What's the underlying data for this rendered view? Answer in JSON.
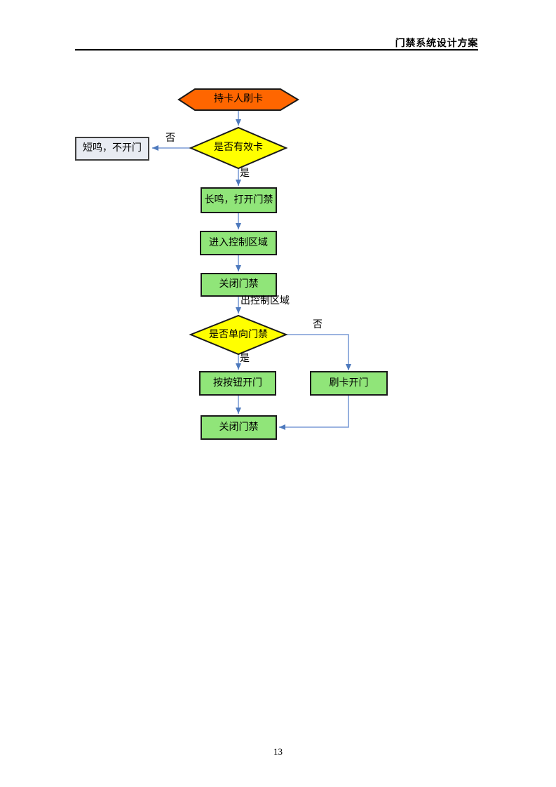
{
  "header": {
    "title": "门禁系统设计方案"
  },
  "footer": {
    "page_number": "13"
  },
  "flowchart": {
    "colors": {
      "start_fill": "#FF6600",
      "decision_fill": "#FFFF00",
      "process_fill": "#90E579",
      "result_gray_fill": "#E8EBF2",
      "border": "#1A1A1A",
      "connector": "#7B9CD6",
      "arrowhead": "#4D79BD"
    },
    "nodes": {
      "start": {
        "type": "start-hexagon",
        "label": "持卡人刷卡"
      },
      "valid_card": {
        "type": "decision",
        "label": "是否有效卡"
      },
      "short_beep": {
        "type": "result",
        "label": "短鸣，不开门"
      },
      "long_beep": {
        "type": "process",
        "label": "长鸣，打开门禁"
      },
      "enter_area": {
        "type": "process",
        "label": "进入控制区域"
      },
      "close_door_1": {
        "type": "process",
        "label": "关闭门禁"
      },
      "one_way": {
        "type": "decision",
        "label": "是否单向门禁"
      },
      "press_button": {
        "type": "process",
        "label": "按按钮开门"
      },
      "swipe_open": {
        "type": "process",
        "label": "刷卡开门"
      },
      "close_door_2": {
        "type": "process",
        "label": "关闭门禁"
      }
    },
    "edge_labels": {
      "no_1": "否",
      "yes_1": "是",
      "exit_area": "出控制区域",
      "no_2": "否",
      "yes_2": "是"
    }
  }
}
